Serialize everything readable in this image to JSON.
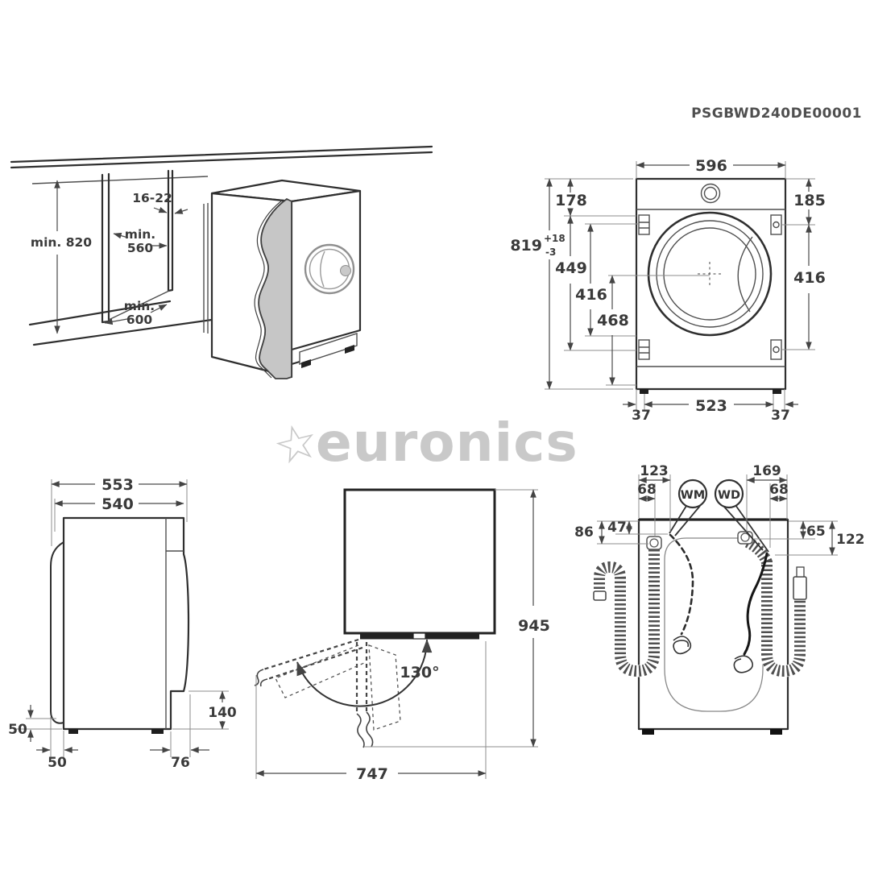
{
  "page": {
    "product_code": "PSGBWD240DE00001",
    "watermark": {
      "star": "☆",
      "text": "euronics"
    }
  },
  "colors": {
    "line": "#2f2f2f",
    "dim_line": "#4a4a4a",
    "label_text": "#3a3a3a",
    "panel_gray": "#c6c6c6",
    "watermark_gray": "#c9c9c9"
  },
  "diagrams": {
    "niche": {
      "min_height": "min. 820",
      "panel_thickness": "16-22",
      "min_width_line1": "min.",
      "min_width_line2": "560",
      "min_depth_line1": "min.",
      "min_depth_line2": "600"
    },
    "front": {
      "width": "596",
      "height": "819",
      "height_tol_plus": "+18",
      "height_tol_minus": "-3",
      "top_to_hinge_left": "178",
      "top_to_hinge_right": "185",
      "hinge_span_left": "449",
      "hinge_holes_left": "416",
      "door_center_to_bottom": "468",
      "hinge_holes_right": "416",
      "feet_span": "523",
      "foot_offset_left": "37",
      "foot_offset_right": "37"
    },
    "side": {
      "depth_total": "553",
      "depth_body": "540",
      "door_protrusion": "50",
      "bottom_clearance": "50",
      "rear_recess_width": "76",
      "rear_recess_height": "140"
    },
    "door_swing": {
      "opening_angle": "130°",
      "depth_with_door_open": "945",
      "width_with_door_open": "747"
    },
    "rear": {
      "wm_label": "WM",
      "wd_label": "WD",
      "left_edge_to_cable": "123",
      "left_edge_to_hose": "68",
      "right_edge_to_inlet": "169",
      "right_edge_to_cord": "68",
      "top_to_hose_left": "86",
      "top_to_cable_left": "47",
      "top_to_inlet_right": "65",
      "top_to_cord_right": "122"
    }
  }
}
